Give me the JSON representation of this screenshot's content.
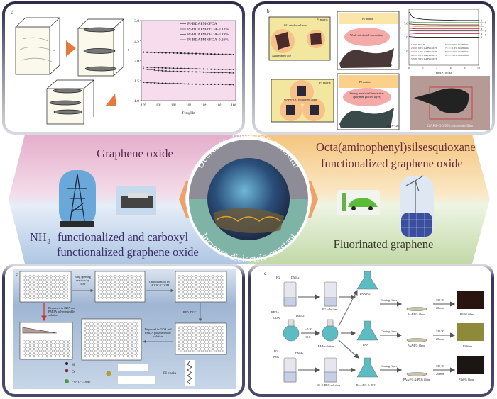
{
  "panels": {
    "a": {
      "label": "a"
    },
    "b": {
      "label": "b",
      "schematic": {
        "pi_matrix": "PI matrix",
        "go_zone": "GO reinforced zone",
        "aggregated_go": "Aggregated GO",
        "weak_interaction": "Weak interfacial interaction",
        "go": "GO",
        "oaps_zone": "OAPS−GO reinforced zone",
        "strong_interaction": "Strong interfacial interaction (polymer grafted layer)",
        "oaps_go": "OAPS−GO",
        "photo_caption": "OAPS-GO/PI composite film"
      }
    },
    "c": {
      "label": "c",
      "step1": "Ring opening reaction by HBr",
      "step2": "Carboxylation by HOOC−COOH",
      "step3": "PPD, DCC",
      "step4": "Dispersed in ODA and PMDA polymerizable solution",
      "step5": "Dispersed in ODA and PMDA polymerizable solution",
      "legend": {
        "h": "H",
        "o": "O",
        "cooh": "−O−C−COOH",
        "pi_chain": "PI chain"
      }
    },
    "d": {
      "label": "d",
      "fg": "FG",
      "dmac1": "DMAc",
      "fg_solution": "FG solution",
      "bpda": "BPDA",
      "oda": "ODA",
      "dmac2": "DMAc",
      "temp1": "−5 ℃",
      "time1": "10 h",
      "paa_solution": "PAA solution",
      "fg2": "FG",
      "peg": "PEG",
      "dmac3": "DMAc",
      "fg_peg_solution": "FG & PEG solution",
      "paa_fg": "PAA/FG",
      "paa": "PAA",
      "paa_fg_peg": "PAA/FG & PEG",
      "coating": "Coating films",
      "film1": "PAA/FG films",
      "film2": "PAA/FG films",
      "film3": "PAA/FG & PEG films",
      "temp2": "335 ℃",
      "time2": "20 min",
      "out1": "PI/FG films",
      "out2": "PI films",
      "out3": "PI/rFG films",
      "film_colors": [
        "#2a1410",
        "#8f8a3a",
        "#1b1614"
      ]
    }
  },
  "center": {
    "top_left": "Graphene oxide",
    "bottom_left": "NH₂−functionalized and carboxyl−",
    "bottom_left_2": "functionalized graphene oxide",
    "top_right": "Octa(aminophenyl)silsesquioxane",
    "top_right_2": "functionalized graphene oxide",
    "bottom_right": "Fluorinated graphene",
    "ring_top": "Decrease dielectric constant",
    "ring_bottom": "Increase dielectric constant",
    "colors": {
      "pink": "#e7b3cf",
      "blue": "#b9cde6",
      "orange": "#f5cc8a",
      "green": "#c8dcb0",
      "ring_top": "#8e8c96",
      "ring_bottom": "#7fb3a6"
    }
  },
  "chart_data": [
    {
      "type": "line",
      "xlabel": "Freq/Hz",
      "ylabel": "ε",
      "xscale": "log",
      "x": [
        1,
        10,
        100,
        1000,
        10000,
        100000,
        1000000
      ],
      "xtick_labels": [
        "10⁰",
        "10¹",
        "10²",
        "10³",
        "10⁴",
        "10⁵",
        "10⁶"
      ],
      "ylim": [
        1.0,
        3.0
      ],
      "yticks": [
        "1.0",
        "1.5",
        "2.0",
        "2.5",
        "3.0"
      ],
      "legend_position": "top-right",
      "background": "#f6dced",
      "series": [
        {
          "name": "PI-BDAPM-6FDA",
          "marker": "square",
          "values": [
            2.21,
            2.2,
            2.19,
            2.18,
            2.17,
            2.16,
            2.15
          ]
        },
        {
          "name": "PI-BDAPM-6FDA-0.13%",
          "marker": "circle",
          "values": [
            1.84,
            1.82,
            1.81,
            1.8,
            1.79,
            1.78,
            1.78
          ]
        },
        {
          "name": "PI-BDAPM-6FDA-0.19%",
          "marker": "triangle-down",
          "values": [
            1.79,
            1.75,
            1.73,
            1.72,
            1.71,
            1.7,
            1.69
          ]
        },
        {
          "name": "PI-BDAPM-6FDA-0.26%",
          "marker": "triangle",
          "values": [
            1.46,
            1.44,
            1.43,
            1.42,
            1.41,
            1.41,
            1.4
          ]
        }
      ]
    },
    {
      "type": "line",
      "xlabel": "Freq.×10³/Hz",
      "ylabel": "ε",
      "x": [
        0,
        0.5,
        1,
        2,
        3,
        4,
        5,
        6,
        7,
        8,
        9,
        10
      ],
      "xticks": [
        "0",
        "2",
        "4",
        "6",
        "8",
        "10"
      ],
      "xlim": [
        0,
        10
      ],
      "ylim": [
        0,
        4
      ],
      "yticks": [
        "1.0",
        "2.0",
        "3.0"
      ],
      "legend_position": "bottom",
      "series": [
        {
          "name": "Neat PI",
          "label": "1",
          "color": "#222222",
          "values": [
            3.8,
            3.45,
            3.35,
            3.28,
            3.25,
            3.23,
            3.22,
            3.21,
            3.2,
            3.2,
            3.2,
            3.2
          ]
        },
        {
          "name": "0.5% OAPS-GO/PI",
          "label": "2",
          "color": "#7a2a2a",
          "values": [
            2.95,
            2.92,
            2.9,
            2.9,
            2.89,
            2.89,
            2.88,
            2.88,
            2.88,
            2.88,
            2.88,
            2.88
          ]
        },
        {
          "name": "1.0% OAPS-GO/PI",
          "label": "3",
          "color": "#aa3344",
          "values": [
            2.65,
            2.62,
            2.6,
            2.6,
            2.6,
            2.6,
            2.6,
            2.6,
            2.6,
            2.6,
            2.6,
            2.6
          ]
        },
        {
          "name": "2.0% OAPS-GO/PI",
          "label": "4",
          "color": "#cc3355",
          "values": [
            2.3,
            2.28,
            2.26,
            2.25,
            2.25,
            2.25,
            2.25,
            2.25,
            2.25,
            2.25,
            2.25,
            2.25
          ]
        },
        {
          "name": "3.0% OAPS-GO/PI",
          "label": "5",
          "color": "#333333",
          "values": [
            2.05,
            2.02,
            2.0,
            2.0,
            2.0,
            2.0,
            2.0,
            2.0,
            2.0,
            2.0,
            2.0,
            2.0
          ]
        },
        {
          "name": "0.5% GO/PI film",
          "label": "6",
          "color": "#4a9a3a",
          "values": [
            3.1,
            3.08,
            3.06,
            3.05,
            3.05,
            3.05,
            3.05,
            3.05,
            3.05,
            3.05,
            3.05,
            3.05
          ]
        },
        {
          "name": "1.0% GO/PI film",
          "label": "7",
          "color": "#d8b080",
          "values": [
            2.8,
            2.78,
            2.76,
            2.75,
            2.75,
            2.75,
            2.75,
            2.75,
            2.75,
            2.75,
            2.75,
            2.75
          ]
        },
        {
          "name": "2.0% GO/PI film",
          "label": "8",
          "color": "#555555",
          "values": [
            2.48,
            2.46,
            2.45,
            2.45,
            2.45,
            2.45,
            2.45,
            2.45,
            2.45,
            2.45,
            2.45,
            2.45
          ]
        },
        {
          "name": "3.0% GO/PI film",
          "label": "9",
          "color": "#e07090",
          "values": [
            2.18,
            2.16,
            2.15,
            2.15,
            2.15,
            2.15,
            2.15,
            2.15,
            2.15,
            2.15,
            2.15,
            2.15
          ]
        }
      ]
    }
  ]
}
